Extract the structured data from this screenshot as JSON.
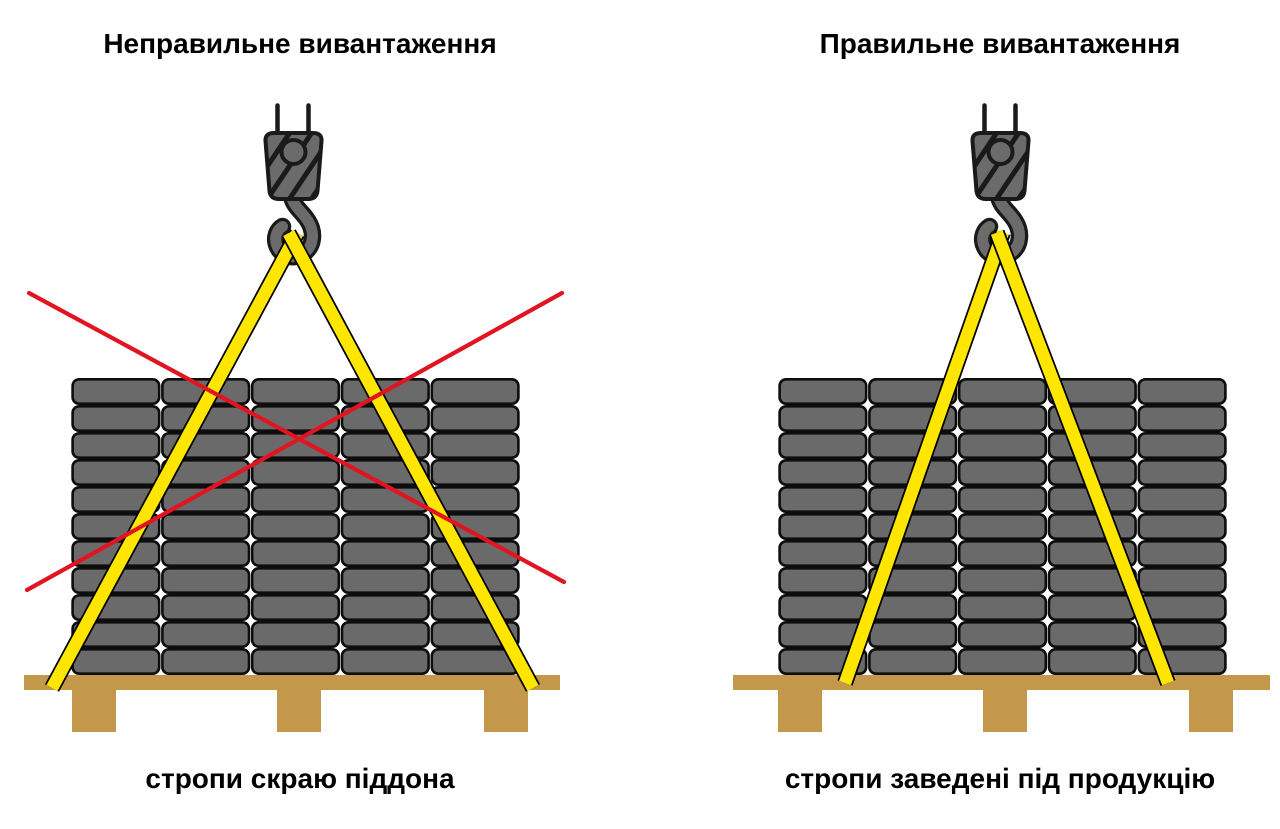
{
  "left_diagram": {
    "title": "Неправильне вивантаження",
    "caption": "стропи скраю піддона",
    "meaning": "incorrect-unloading",
    "crossed_out": true
  },
  "right_diagram": {
    "title": "Правильне вивантаження",
    "caption": "стропи заведені під продукцію",
    "meaning": "correct-unloading",
    "crossed_out": false
  },
  "stack": {
    "columns": 5,
    "rows": 11
  },
  "colors": {
    "background": "#ffffff",
    "brick_fill": "#6a6a6a",
    "brick_outline": "#0d0d0d",
    "sling_yellow": "#ffe600",
    "sling_outline": "#000000",
    "pallet_tan": "#c4984a",
    "cross_red": "#e11422",
    "hook_gray": "#6b6b6b",
    "hook_outline": "#1a1a1a",
    "text": "#000000"
  }
}
